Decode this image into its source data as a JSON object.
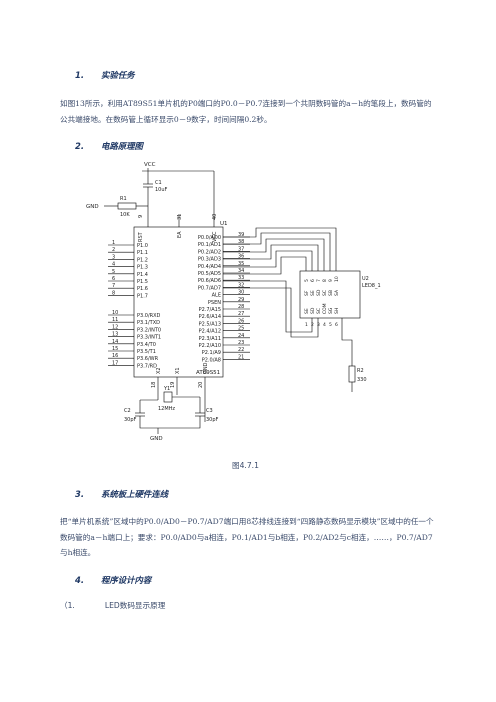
{
  "sections": [
    {
      "num": "1.",
      "title": "实验任务"
    },
    {
      "num": "2.",
      "title": "电路原理图"
    },
    {
      "num": "3.",
      "title": "系统板上硬件连线"
    },
    {
      "num": "4.",
      "title": "程序设计内容"
    }
  ],
  "task_text": "如图13所示，利用AT89S51单片机的P0端口的P0.0－P0.7连接到一个共阴数码管的a－h的笔段上，数码管的公共端接地。在数码管上循环显示0－9数字，时间间隔0.2秒。",
  "figure_caption": "图4.7.1",
  "wiring_text": "把“单片机系统”区域中的P0.0/AD0－P0.7/AD7端口用8芯排线连接到“四路静态数码显示模块”区域中的任一个数码管的a－h端口上；要求：P0.0/AD0与a相连，P0.1/AD1与b相连，P0.2/AD2与c相连，……，P0.7/AD7与h相连。",
  "sub_item": {
    "index": "（1.",
    "text": "LED数码显示原理"
  },
  "schematic": {
    "vcc": "VCC",
    "gnd_top": "GND",
    "gnd_bottom": "GND",
    "c1": "C1",
    "c1_value": "10uF",
    "r1": "R1",
    "r1_value": "10K",
    "r2": "R2",
    "r2_value": "330",
    "y1": "Y1",
    "y1_value": "12MHz",
    "c2": "C2",
    "c2_value": "30pF",
    "c3": "C3",
    "c3_value": "30pF",
    "u1": "U1",
    "u1_part": "AT89S51",
    "u2": "U2",
    "u2_part": "LED8_1",
    "rst_pin": "9",
    "ea_pin": "31",
    "vcc_pin": "40",
    "rst_label": "RST",
    "ea_label": "EA",
    "vcc_label": "VCC",
    "x2_label": "X2",
    "x1_label": "X1",
    "gnd_label": "GND",
    "x2_pin": "18",
    "x1_pin": "19",
    "gnd_pin": "20",
    "left_pins": [
      {
        "num": "1",
        "label": "P1.0"
      },
      {
        "num": "2",
        "label": "P1.1"
      },
      {
        "num": "3",
        "label": "P1.2"
      },
      {
        "num": "4",
        "label": "P1.3"
      },
      {
        "num": "5",
        "label": "P1.4"
      },
      {
        "num": "6",
        "label": "P1.5"
      },
      {
        "num": "7",
        "label": "P1.6"
      },
      {
        "num": "8",
        "label": "P1.7"
      },
      {
        "num": "10",
        "label": "P3.0/RXD"
      },
      {
        "num": "11",
        "label": "P3.1/TXD"
      },
      {
        "num": "12",
        "label": "P3.2/INT0"
      },
      {
        "num": "13",
        "label": "P3.3/INT1"
      },
      {
        "num": "14",
        "label": "P3.4/T0"
      },
      {
        "num": "15",
        "label": "P3.5/T1"
      },
      {
        "num": "16",
        "label": "P3.6/WR"
      },
      {
        "num": "17",
        "label": "P3.7/RD"
      }
    ],
    "right_pins": [
      {
        "num": "39",
        "label": "P0.0/AD0"
      },
      {
        "num": "38",
        "label": "P0.1/AD1"
      },
      {
        "num": "37",
        "label": "P0.2/AD2"
      },
      {
        "num": "36",
        "label": "P0.3/AD3"
      },
      {
        "num": "35",
        "label": "P0.4/AD4"
      },
      {
        "num": "34",
        "label": "P0.5/AD5"
      },
      {
        "num": "33",
        "label": "P0.6/AD6"
      },
      {
        "num": "32",
        "label": "P0.7/AD7"
      },
      {
        "num": "30",
        "label": "ALE"
      },
      {
        "num": "29",
        "label": "PSEN"
      },
      {
        "num": "28",
        "label": "P2.7/A15"
      },
      {
        "num": "27",
        "label": "P2.6/A14"
      },
      {
        "num": "26",
        "label": "P2.5/A13"
      },
      {
        "num": "25",
        "label": "P2.4/A12"
      },
      {
        "num": "24",
        "label": "P2.3/A11"
      },
      {
        "num": "23",
        "label": "P2.2/A10"
      },
      {
        "num": "22",
        "label": "P2.1/A9"
      },
      {
        "num": "21",
        "label": "P2.0/A8"
      }
    ],
    "led_top_labels": [
      "SA",
      "SB",
      "SC",
      "SD",
      "SE",
      "SF"
    ],
    "led_top_nums": [
      "10",
      "9",
      "8",
      "7",
      "6",
      "5"
    ],
    "led_bottom_labels": [
      "SE",
      "SD",
      "SC",
      "COM",
      "SG",
      "SH"
    ],
    "led_bottom_nums": [
      "1",
      "2",
      "3",
      "4",
      "5",
      "6"
    ]
  }
}
